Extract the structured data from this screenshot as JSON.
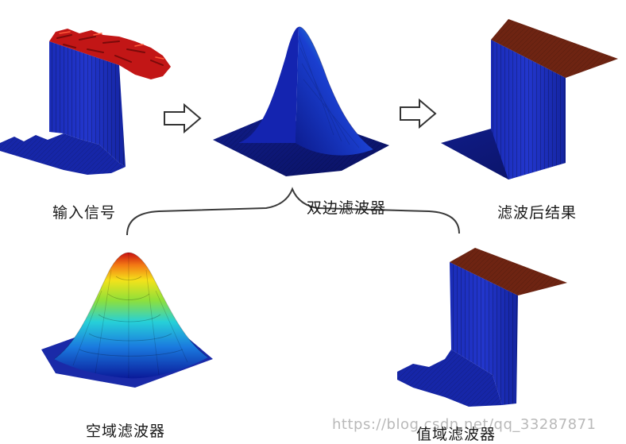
{
  "labels": {
    "input_signal": "输入信号",
    "bilateral_filter": "双边滤波器",
    "filtered_result": "滤波后结果",
    "spatial_filter": "空域滤波器",
    "range_filter": "值域滤波器"
  },
  "watermark": "https://blog.csdn.net/qq_33287871",
  "colors": {
    "surface_blue": "#1f2fc2",
    "surface_dark_blue": "#0c1470",
    "noise_red": "#c41414",
    "plateau_brown": "#7a2a14",
    "arrow_outline": "#333333"
  }
}
